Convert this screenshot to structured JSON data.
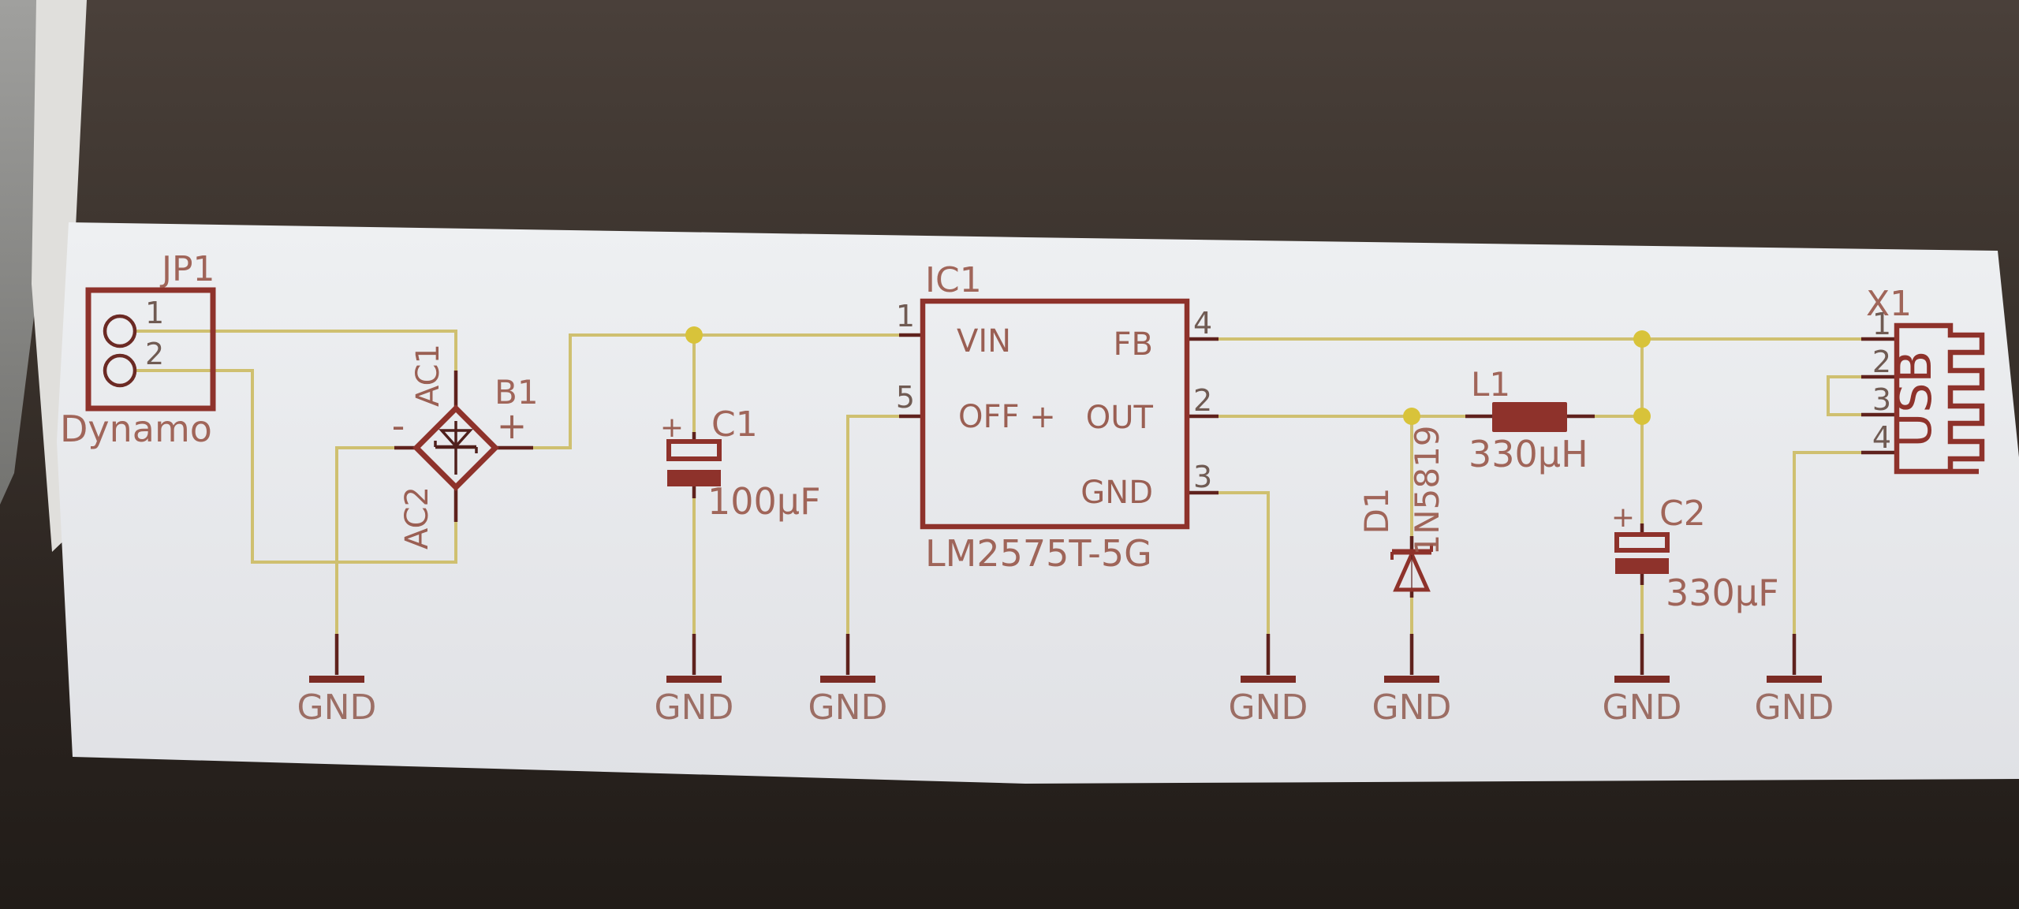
{
  "photo": {
    "background_color": "#3a322c",
    "paper_color": "#e9eaed",
    "wire_color": "#cfc070",
    "component_color": "#8e322b",
    "junction_color": "#d8c33a"
  },
  "schematic": {
    "connector_jp1": {
      "ref": "JP1",
      "name": "Dynamo",
      "pin1": "1",
      "pin2": "2"
    },
    "bridge_b1": {
      "ref": "B1",
      "ac1": "AC1",
      "ac2": "AC2",
      "minus": "-",
      "plus": "+"
    },
    "cap_c1": {
      "ref": "C1",
      "value": "100µF",
      "plus": "+"
    },
    "ic1": {
      "ref": "IC1",
      "part": "LM2575T-5G",
      "pin_vin": {
        "num": "1",
        "name": "VIN"
      },
      "pin_off": {
        "num": "5",
        "name": "OFF +"
      },
      "pin_fb": {
        "num": "4",
        "name": "FB"
      },
      "pin_out": {
        "num": "2",
        "name": "OUT"
      },
      "pin_gnd": {
        "num": "3",
        "name": "GND"
      }
    },
    "diode_d1": {
      "ref": "D1",
      "value": "1N5819"
    },
    "inductor_l1": {
      "ref": "L1",
      "value": "330µH"
    },
    "cap_c2": {
      "ref": "C2",
      "value": "330µF",
      "plus": "+"
    },
    "usb_x1": {
      "ref": "X1",
      "name": "USB",
      "pin1": "1",
      "pin2": "2",
      "pin3": "3",
      "pin4": "4"
    },
    "gnd_label": "GND"
  }
}
